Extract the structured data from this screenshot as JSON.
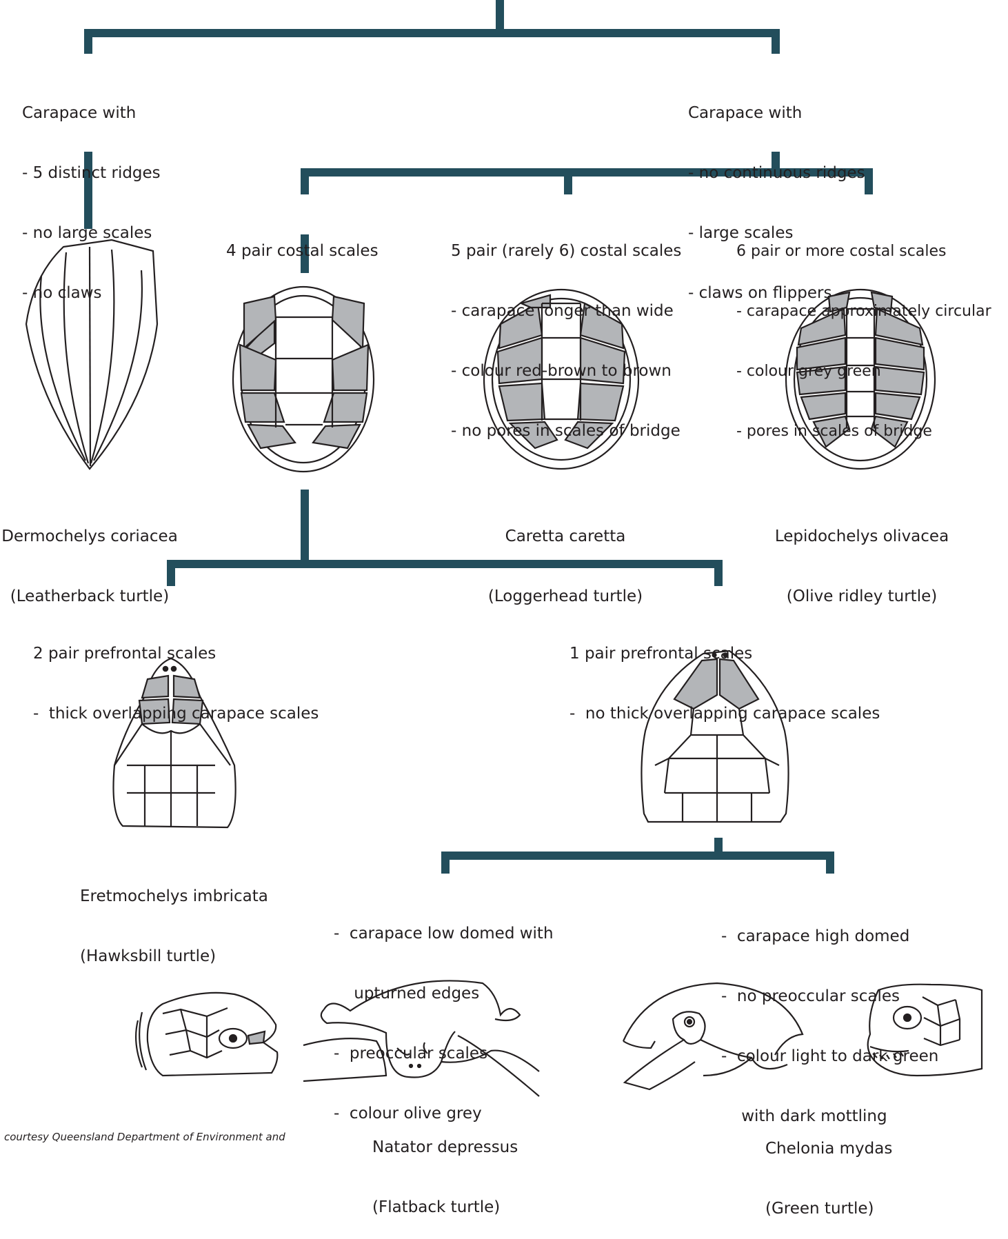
{
  "colors": {
    "connector": "#234e5c",
    "shaded_scale": "#b3b5b8",
    "outline": "#231f20"
  },
  "top_left": {
    "lines": [
      "Carapace with",
      "- 5 distinct ridges",
      "- no large scales",
      "- no claws"
    ]
  },
  "top_right": {
    "lines": [
      "Carapace with",
      "- no continuous ridges",
      "- large scales",
      "- claws on flippers"
    ]
  },
  "costal_4": {
    "lines": [
      "4 pair costal scales"
    ]
  },
  "costal_5": {
    "lines": [
      "5 pair (rarely 6) costal scales",
      "- carapace longer than wide",
      "- colour red-brown to brown",
      "- no pores in scales of bridge"
    ]
  },
  "costal_6": {
    "lines": [
      "6 pair or more costal scales",
      "- carapace approximately circular",
      "- colour grey green",
      "- pores in scales of bridge"
    ]
  },
  "species": {
    "leatherback": {
      "scientific": "Dermochelys coriacea",
      "common": "(Leatherback turtle)"
    },
    "loggerhead": {
      "scientific": "Caretta caretta",
      "common": "(Loggerhead turtle)"
    },
    "olive_ridley": {
      "scientific": "Lepidochelys olivacea",
      "common": "(Olive ridley turtle)"
    },
    "hawksbill": {
      "scientific": "Eretmochelys imbricata",
      "common": "(Hawksbill turtle)"
    },
    "flatback": {
      "scientific": "Natator depressus",
      "common": "(Flatback turtle)"
    },
    "green": {
      "scientific": "Chelonia mydas",
      "common": "(Green turtle)"
    }
  },
  "prefrontal_2": {
    "lines": [
      "2 pair prefrontal scales",
      "-  thick overlapping carapace scales"
    ]
  },
  "prefrontal_1": {
    "lines": [
      "1 pair prefrontal scales",
      "-  no thick overlapping carapace scales"
    ]
  },
  "flatback_traits": {
    "lines": [
      "-  carapace low domed with",
      "    upturned edges",
      "-  preoccular scales",
      "-  colour olive grey"
    ]
  },
  "green_traits": {
    "lines": [
      "-  carapace high domed",
      "-  no preoccular scales",
      "-  colour light to dark green",
      "    with dark mottling"
    ]
  },
  "credit": "courtesy Queensland Department of Environment and"
}
